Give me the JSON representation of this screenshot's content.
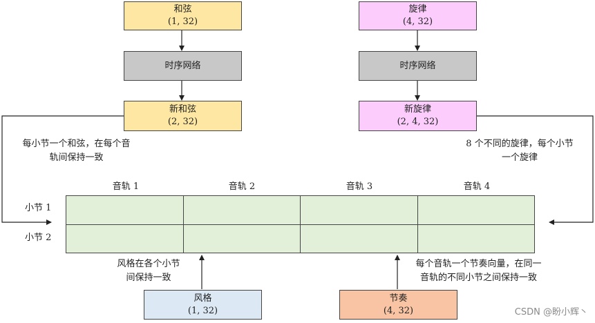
{
  "chord": {
    "title": "和弦",
    "shape": "(1, 32)"
  },
  "melody": {
    "title": "旋律",
    "shape": "(4, 32)"
  },
  "rnn_left": {
    "title": "时序网络"
  },
  "rnn_right": {
    "title": "时序网络"
  },
  "new_chord": {
    "title": "新和弦",
    "shape": "(2, 32)"
  },
  "new_melody": {
    "title": "新旋律",
    "shape": "(2, 4, 32)"
  },
  "notes": {
    "chord_line1": "每小节一个和弦，在每个音",
    "chord_line2": "轨间保持一致",
    "melody_line1": "8 个不同的旋律，每个小节",
    "melody_line2": "一个旋律",
    "style_line1": "风格在各个小节",
    "style_line2": "间保持一致",
    "groove_line1": "每个音轨一个节奏向量，在同一",
    "groove_line2": "音轨的不同小节之间保持一致"
  },
  "grid": {
    "tracks": [
      "音轨 1",
      "音轨 2",
      "音轨 3",
      "音轨 4"
    ],
    "bars": [
      "小节 1",
      "小节 2"
    ]
  },
  "style": {
    "title": "风格",
    "shape": "(1, 32)"
  },
  "groove": {
    "title": "节奏",
    "shape": "(4, 32)"
  },
  "watermark": "CSDN @盼小辉丶",
  "colors": {
    "chord": "#fde7a2",
    "melody": "#fccdfc",
    "network": "#c8c8c8",
    "grid": "#e2efd9",
    "style": "#dce8f4",
    "groove": "#f8c4a3"
  }
}
